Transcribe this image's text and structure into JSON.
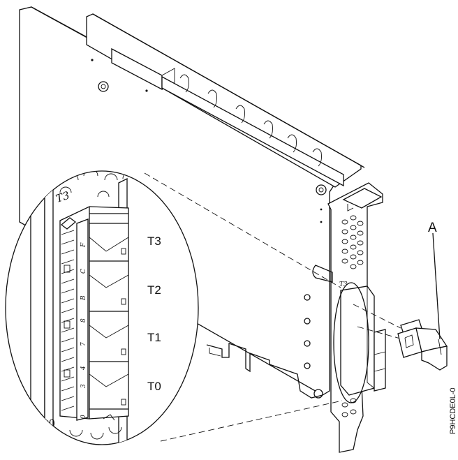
{
  "diagram": {
    "port_labels": [
      "T3",
      "T2",
      "T1",
      "T0"
    ],
    "callout_label": "A",
    "figure_code": "P9HCDE0L-0",
    "bracket_markings": {
      "top_port": "T3",
      "bottom_port": "T0",
      "small_top_port": "T3"
    },
    "bracket_led_digits": [
      "0",
      "3",
      "4",
      "7",
      "8",
      "B",
      "C",
      "F"
    ]
  }
}
